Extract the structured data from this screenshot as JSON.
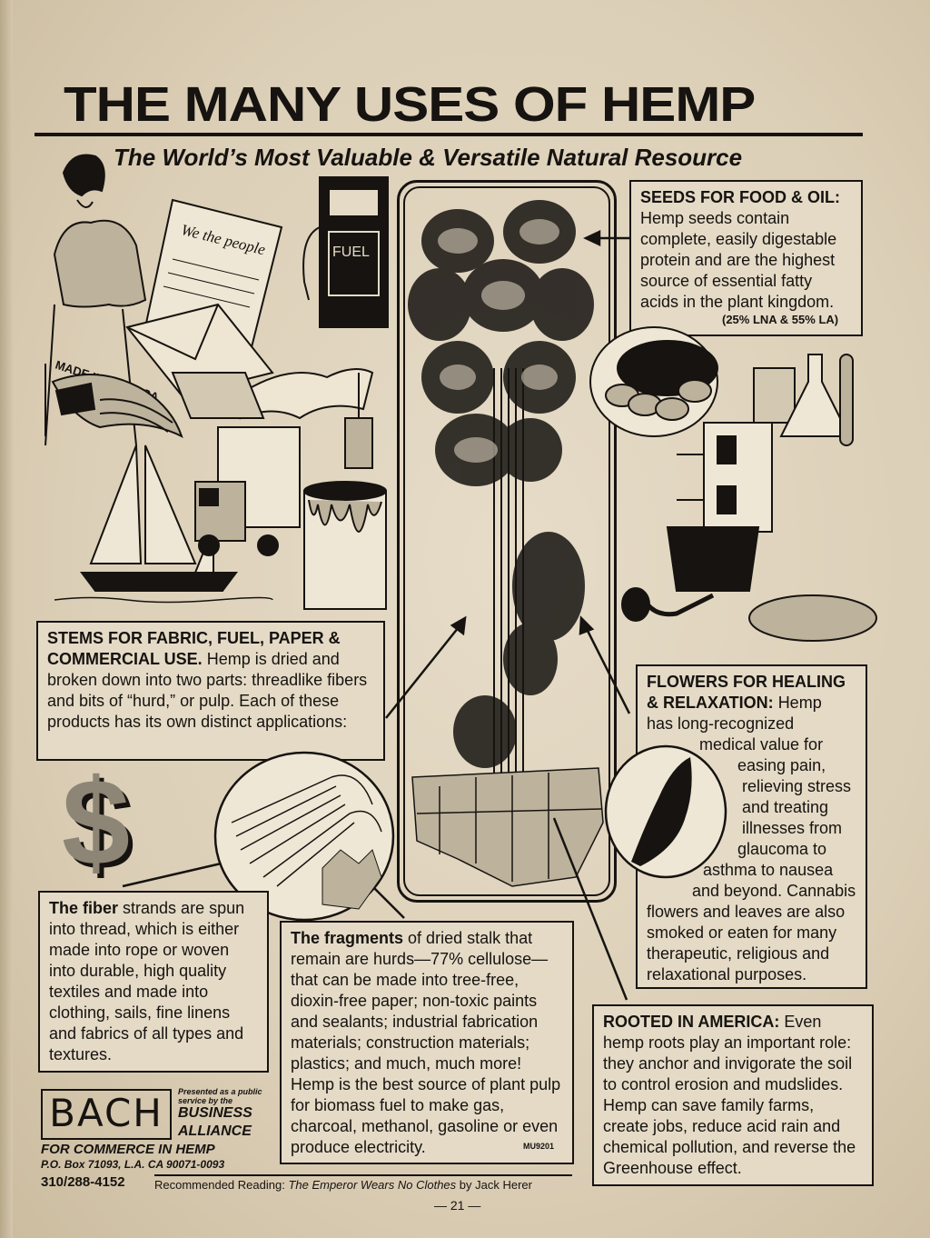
{
  "title": "THE MANY USES OF HEMP",
  "subtitle": "The World’s Most Valuable & Versatile Natural Resource",
  "illustration_labels": {
    "fuel_pump": "FUEL",
    "document": "We the people",
    "made_in": "MADE IN AMERICA"
  },
  "seeds": {
    "heading": "SEEDS FOR FOOD & OIL:",
    "body_lines": [
      "Hemp seeds contain",
      "complete, easily digestable",
      "protein and are the highest",
      "source of essential fatty",
      "acids in the plant  kingdom."
    ],
    "note": "(25% LNA & 55% LA)"
  },
  "stems": {
    "heading": "STEMS FOR FABRIC, FUEL, PAPER & COMMERCIAL USE.",
    "body": "Hemp is dried and broken down into two parts: threadlike fibers and bits of “hurd,” or pulp. Each of these products has its own distinct applications:"
  },
  "flowers": {
    "heading": "FLOWERS FOR HEALING & RELAXATION:",
    "body_lines": [
      "Hemp",
      "has long-recognized",
      "medical value for",
      "easing pain,",
      "relieving stress",
      "and treating",
      "illnesses from",
      "glaucoma to",
      "asthma to nausea",
      "and beyond. Cannabis",
      "flowers and leaves are also",
      "smoked or eaten for many",
      "therapeutic, religious and",
      "relaxational purposes."
    ]
  },
  "fiber": {
    "heading": "The fiber",
    "body": "strands are spun into thread, which is either made into rope or woven into durable, high quality textiles and made into clothing, sails, fine linens and fabrics of all types and textures."
  },
  "fragments": {
    "heading": "The fragments",
    "body": "of dried stalk that remain are hurds—77% cellulose—that can be made into tree-free, dioxin-free paper; non-toxic paints and sealants; industrial fabrication materials; construction materials; plastics; and much, much more! Hemp is the best source of plant pulp for biomass fuel to make gas, charcoal, methanol, gasoline or even produce electricity.",
    "code": "MU9201"
  },
  "rooted": {
    "heading": "ROOTED IN AMERICA:",
    "body": "Even hemp roots play an important role: they anchor and invigorate the soil to control erosion and mudslides. Hemp can save family farms, create jobs, reduce acid rain and chemical pollution, and reverse the Greenhouse effect."
  },
  "dollar_sign": "$",
  "bach": {
    "logo": "BACH",
    "presented": "Presented as a public service by the",
    "name_line1": "BUSINESS",
    "name_line2": "ALLIANCE",
    "tagline": "FOR COMMERCE IN HEMP",
    "address": "P.O. Box 71093, L.A. CA 90071-0093",
    "phone": "310/288-4152"
  },
  "recommended": {
    "label": "Recommended Reading:",
    "book": "The Emperor Wears No Clothes",
    "author": "by Jack Herer"
  },
  "page_number": "— 21 —"
}
